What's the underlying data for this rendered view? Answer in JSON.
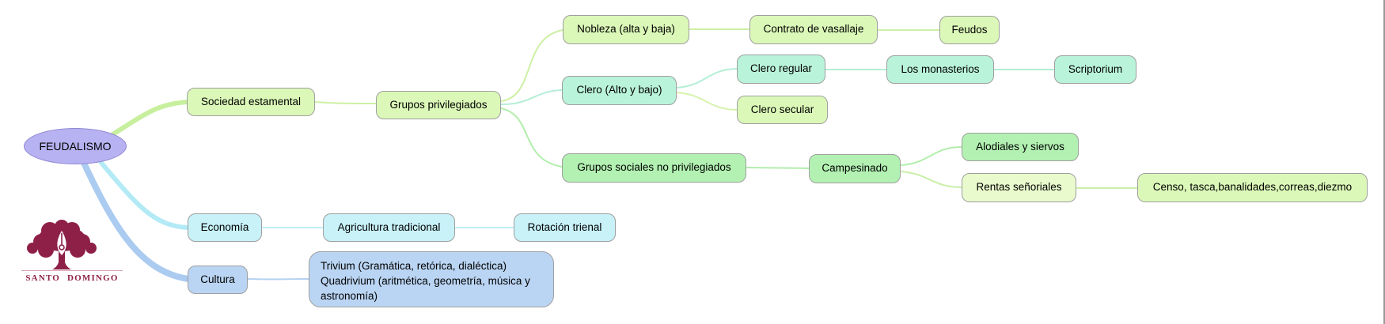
{
  "nodes": {
    "root": {
      "label": "FEUDALISMO"
    },
    "sociedad": {
      "label": "Sociedad estamental"
    },
    "grupos_priv": {
      "label": "Grupos privilegiados"
    },
    "nobleza": {
      "label": "Nobleza (alta y baja)"
    },
    "contrato": {
      "label": "Contrato de vasallaje"
    },
    "feudos": {
      "label": "Feudos"
    },
    "clero": {
      "label": "Clero (Alto y bajo)"
    },
    "clero_regular": {
      "label": "Clero regular"
    },
    "monasterios": {
      "label": "Los monasterios"
    },
    "scriptorium": {
      "label": "Scriptorium"
    },
    "clero_secular": {
      "label": "Clero secular"
    },
    "grupos_no_priv": {
      "label": "Grupos sociales no privilegiados"
    },
    "campesinado": {
      "label": "Campesinado"
    },
    "alodiales": {
      "label": "Alodiales y siervos"
    },
    "rentas": {
      "label": "Rentas señoriales"
    },
    "censo": {
      "label": "Censo, tasca,banalidades,correas,diezmo"
    },
    "economia": {
      "label": "Economía"
    },
    "agricultura": {
      "label": "Agricultura tradicional"
    },
    "rotacion": {
      "label": "Rotación trienal"
    },
    "cultura": {
      "label": "Cultura"
    },
    "trivium": {
      "label": "Trivium (Gramática, retórica, dialéctica)\nQuadrivium (aritmética, geometría, música y\nastronomía)"
    }
  },
  "edges": [
    [
      "root",
      "sociedad"
    ],
    [
      "sociedad",
      "grupos_priv"
    ],
    [
      "grupos_priv",
      "nobleza"
    ],
    [
      "nobleza",
      "contrato"
    ],
    [
      "contrato",
      "feudos"
    ],
    [
      "grupos_priv",
      "clero"
    ],
    [
      "clero",
      "clero_regular"
    ],
    [
      "clero_regular",
      "monasterios"
    ],
    [
      "monasterios",
      "scriptorium"
    ],
    [
      "clero",
      "clero_secular"
    ],
    [
      "grupos_priv",
      "grupos_no_priv"
    ],
    [
      "grupos_no_priv",
      "campesinado"
    ],
    [
      "campesinado",
      "alodiales"
    ],
    [
      "campesinado",
      "rentas"
    ],
    [
      "rentas",
      "censo"
    ],
    [
      "root",
      "economia"
    ],
    [
      "economia",
      "agricultura"
    ],
    [
      "agricultura",
      "rotacion"
    ],
    [
      "root",
      "cultura"
    ],
    [
      "cultura",
      "trivium"
    ]
  ],
  "logo": {
    "text": "SANTO DOMINGO"
  },
  "palette": {
    "root_fill": "#b7b2f1",
    "root_border": "#8f85d2",
    "green_leaf": "#dbf8b8",
    "green_mid": "#b2f1b2",
    "mint": "#b9f3da",
    "pale_green": "#e9facd",
    "cyan": "#c8f1f8",
    "blue": "#bad5f3",
    "ribbon_green": "#c7ef9d",
    "ribbon_cyan": "#b3eaf6",
    "ribbon_blue": "#abcbf0",
    "logo_maroon": "#8e2048"
  }
}
